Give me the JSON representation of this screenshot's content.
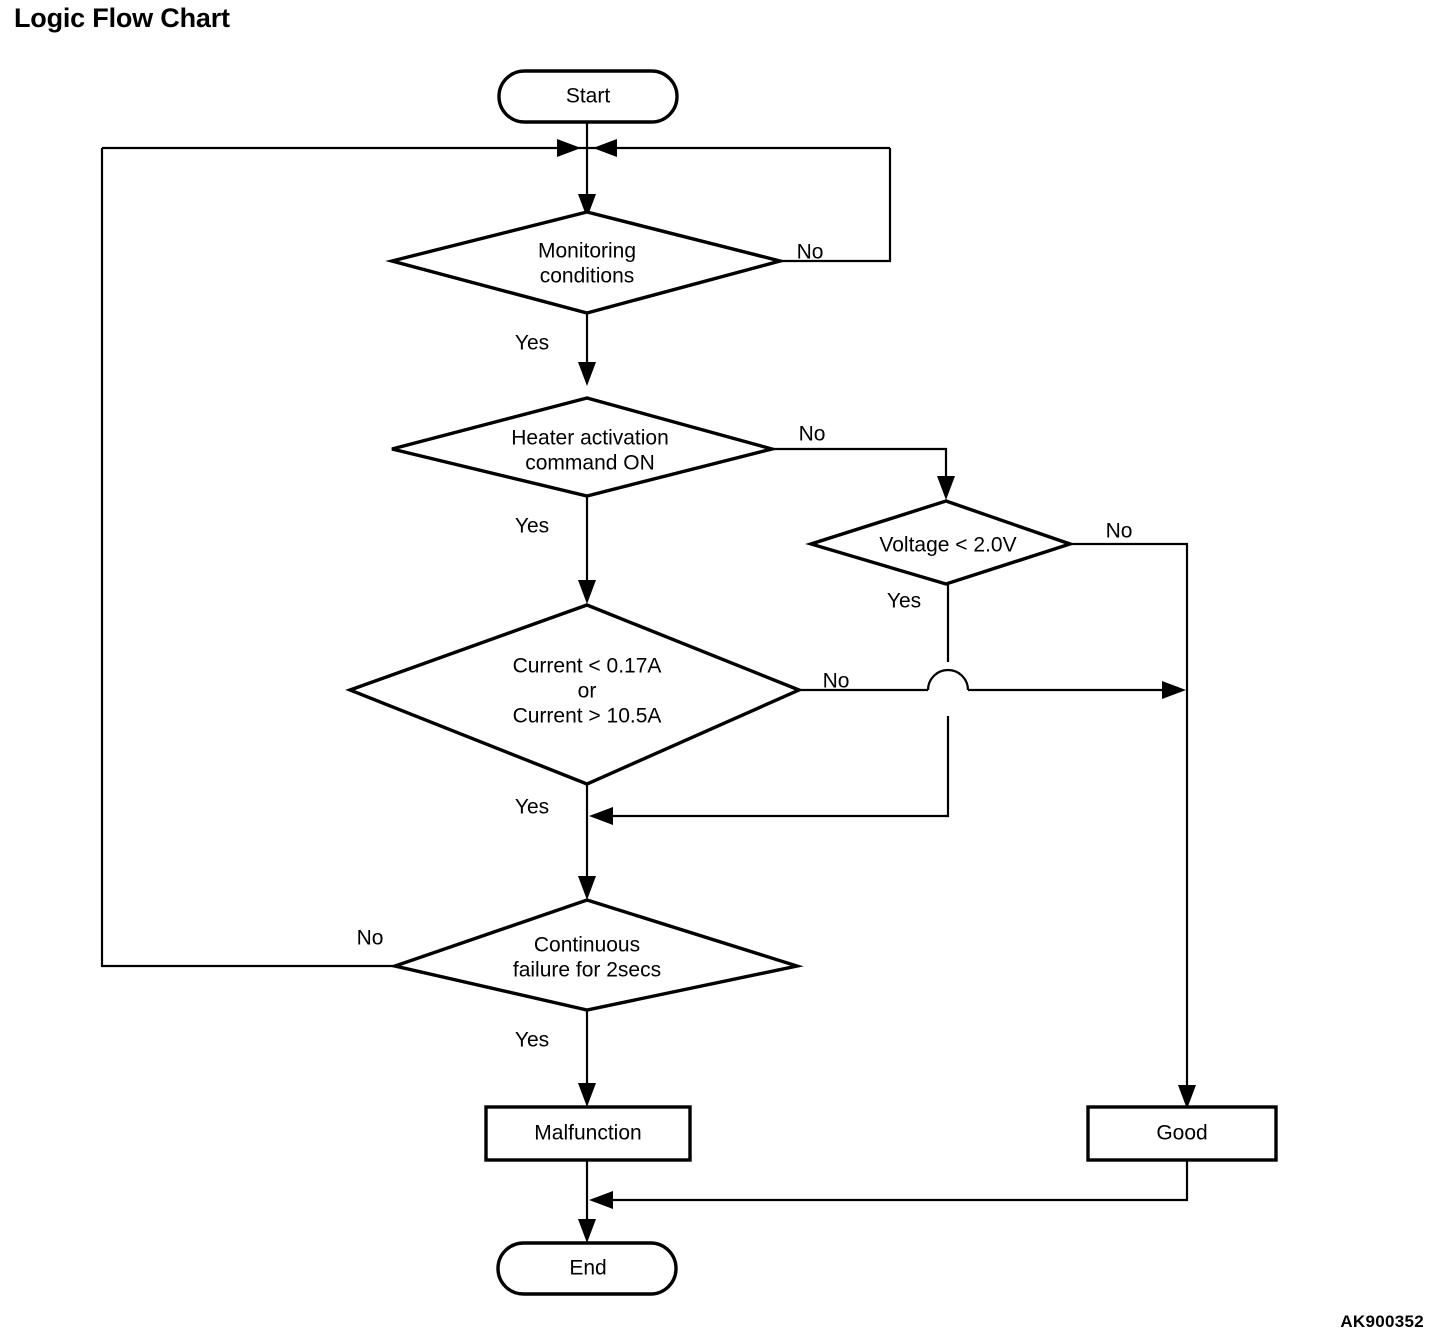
{
  "page": {
    "title": "Logic Flow Chart",
    "reference_code": "AK900352"
  },
  "chart_data": {
    "type": "diagram",
    "diagram_kind": "flowchart",
    "title": "Logic Flow Chart",
    "nodes": [
      {
        "id": "start",
        "shape": "terminator",
        "label": "Start"
      },
      {
        "id": "monitoring",
        "shape": "decision",
        "label": "Monitoring conditions",
        "line1": "Monitoring",
        "line2": "conditions"
      },
      {
        "id": "heater",
        "shape": "decision",
        "label": "Heater activation command ON",
        "line1": "Heater activation",
        "line2": "command ON"
      },
      {
        "id": "voltage",
        "shape": "decision",
        "label": "Voltage < 2.0V",
        "line1": "Voltage < 2.0V"
      },
      {
        "id": "current",
        "shape": "decision",
        "label": "Current < 0.17A or Current > 10.5A",
        "line1": "Current < 0.17A",
        "line2": "or",
        "line3": "Current > 10.5A"
      },
      {
        "id": "continuous",
        "shape": "decision",
        "label": "Continuous failure for 2secs",
        "line1": "Continuous",
        "line2": "failure for 2secs"
      },
      {
        "id": "malfunction",
        "shape": "process",
        "label": "Malfunction"
      },
      {
        "id": "good",
        "shape": "process",
        "label": "Good"
      },
      {
        "id": "end",
        "shape": "terminator",
        "label": "End"
      }
    ],
    "edges": [
      {
        "from": "start",
        "to": "monitoring",
        "label": ""
      },
      {
        "from": "monitoring",
        "to": "start-junction",
        "label": "No"
      },
      {
        "from": "monitoring",
        "to": "heater",
        "label": "Yes"
      },
      {
        "from": "heater",
        "to": "voltage",
        "label": "No"
      },
      {
        "from": "heater",
        "to": "current",
        "label": "Yes"
      },
      {
        "from": "voltage",
        "to": "good",
        "label": "No"
      },
      {
        "from": "voltage",
        "to": "current-yes-line",
        "label": "Yes"
      },
      {
        "from": "current",
        "to": "good",
        "label": "No"
      },
      {
        "from": "current",
        "to": "continuous",
        "label": "Yes"
      },
      {
        "from": "continuous",
        "to": "start-junction",
        "label": "No"
      },
      {
        "from": "continuous",
        "to": "malfunction",
        "label": "Yes"
      },
      {
        "from": "malfunction",
        "to": "end",
        "label": ""
      },
      {
        "from": "good",
        "to": "end",
        "label": ""
      }
    ],
    "branch_labels": {
      "yes": "Yes",
      "no": "No"
    }
  }
}
